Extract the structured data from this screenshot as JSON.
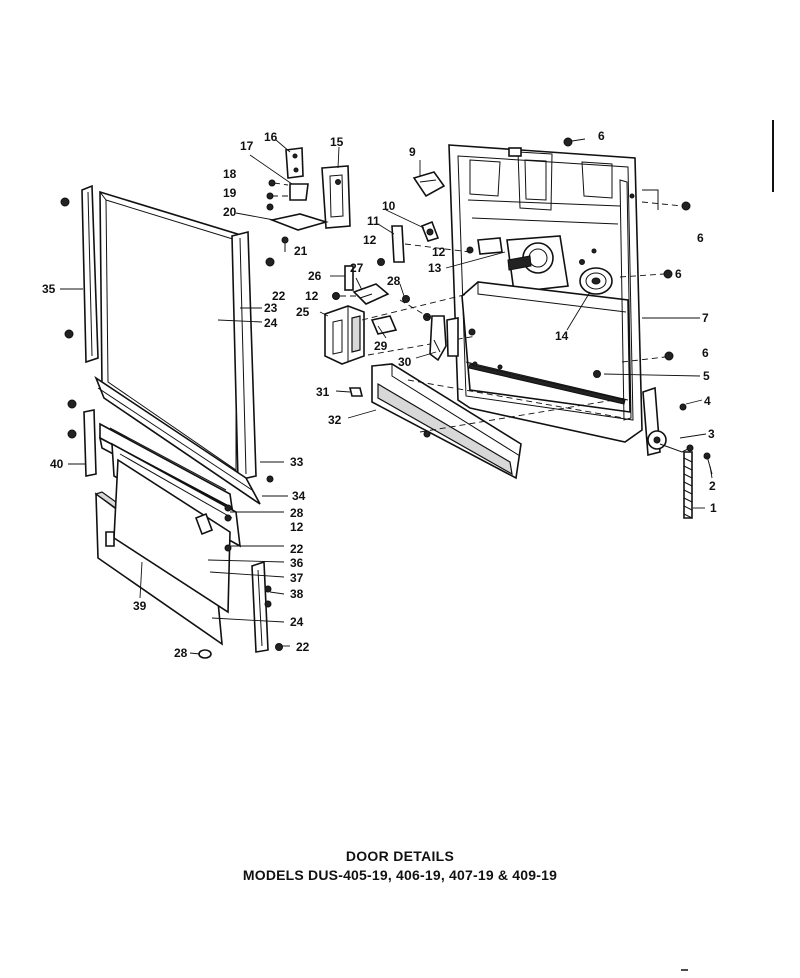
{
  "caption": {
    "title": "DOOR DETAILS",
    "models": "MODELS DUS-405-19, 406-19, 407-19 & 409-19"
  },
  "callouts": [
    {
      "id": "c1",
      "text": "1"
    },
    {
      "id": "c2",
      "text": "2"
    },
    {
      "id": "c3",
      "text": "3"
    },
    {
      "id": "c4",
      "text": "4"
    },
    {
      "id": "c5",
      "text": "5"
    },
    {
      "id": "c6a",
      "text": "6"
    },
    {
      "id": "c6b",
      "text": "6"
    },
    {
      "id": "c6c",
      "text": "6"
    },
    {
      "id": "c6d",
      "text": "6"
    },
    {
      "id": "c7",
      "text": "7"
    },
    {
      "id": "c9",
      "text": "9"
    },
    {
      "id": "c10",
      "text": "10"
    },
    {
      "id": "c11",
      "text": "11"
    },
    {
      "id": "c12a",
      "text": "12"
    },
    {
      "id": "c12b",
      "text": "12"
    },
    {
      "id": "c12c",
      "text": "12"
    },
    {
      "id": "c12d",
      "text": "12"
    },
    {
      "id": "c13",
      "text": "13"
    },
    {
      "id": "c14",
      "text": "14"
    },
    {
      "id": "c15",
      "text": "15"
    },
    {
      "id": "c16",
      "text": "16"
    },
    {
      "id": "c17",
      "text": "17"
    },
    {
      "id": "c18",
      "text": "18"
    },
    {
      "id": "c19",
      "text": "19"
    },
    {
      "id": "c20",
      "text": "20"
    },
    {
      "id": "c21",
      "text": "21"
    },
    {
      "id": "c22a",
      "text": "22"
    },
    {
      "id": "c22b",
      "text": "22"
    },
    {
      "id": "c22c",
      "text": "22"
    },
    {
      "id": "c23",
      "text": "23"
    },
    {
      "id": "c24a",
      "text": "24"
    },
    {
      "id": "c24b",
      "text": "24"
    },
    {
      "id": "c25",
      "text": "25"
    },
    {
      "id": "c26",
      "text": "26"
    },
    {
      "id": "c27",
      "text": "27"
    },
    {
      "id": "c28a",
      "text": "28"
    },
    {
      "id": "c28b",
      "text": "28"
    },
    {
      "id": "c28c",
      "text": "28"
    },
    {
      "id": "c29",
      "text": "29"
    },
    {
      "id": "c30",
      "text": "30"
    },
    {
      "id": "c31",
      "text": "31"
    },
    {
      "id": "c32",
      "text": "32"
    },
    {
      "id": "c33",
      "text": "33"
    },
    {
      "id": "c34",
      "text": "34"
    },
    {
      "id": "c35",
      "text": "35"
    },
    {
      "id": "c36",
      "text": "36"
    },
    {
      "id": "c37",
      "text": "37"
    },
    {
      "id": "c38",
      "text": "38"
    },
    {
      "id": "c39",
      "text": "39"
    },
    {
      "id": "c40",
      "text": "40"
    }
  ]
}
